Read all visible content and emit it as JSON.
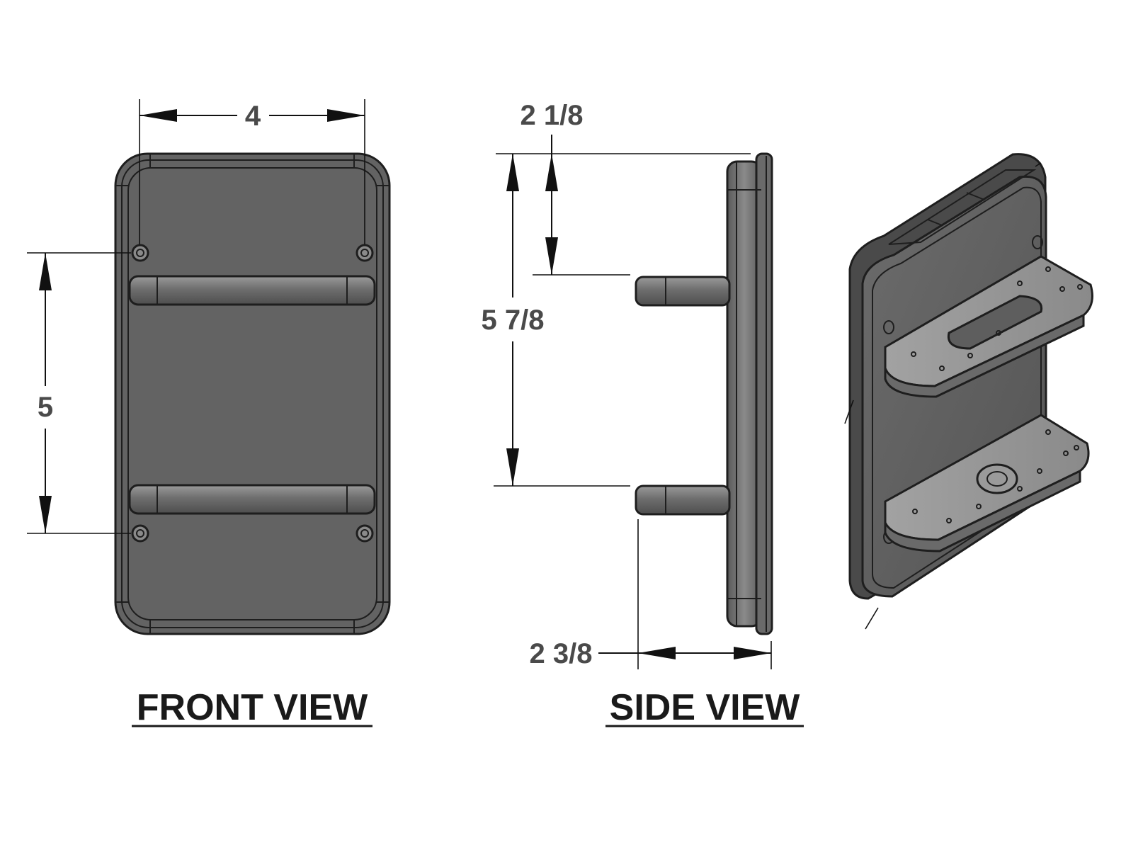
{
  "front_view": {
    "label": "FRONT VIEW",
    "width_dim": "4",
    "hole_spacing_dim": "5"
  },
  "side_view": {
    "label": "SIDE VIEW",
    "top_to_bar_dim": "2 1/8",
    "bar_spacing_dim": "5 7/8",
    "depth_dim": "2 3/8"
  },
  "colors": {
    "plate_face": "#7b7b7b",
    "plate_rim": "#636363",
    "outline": "#1e1e1e",
    "dimension_text": "#4a4a4a",
    "label_text": "#1a1a1a"
  }
}
